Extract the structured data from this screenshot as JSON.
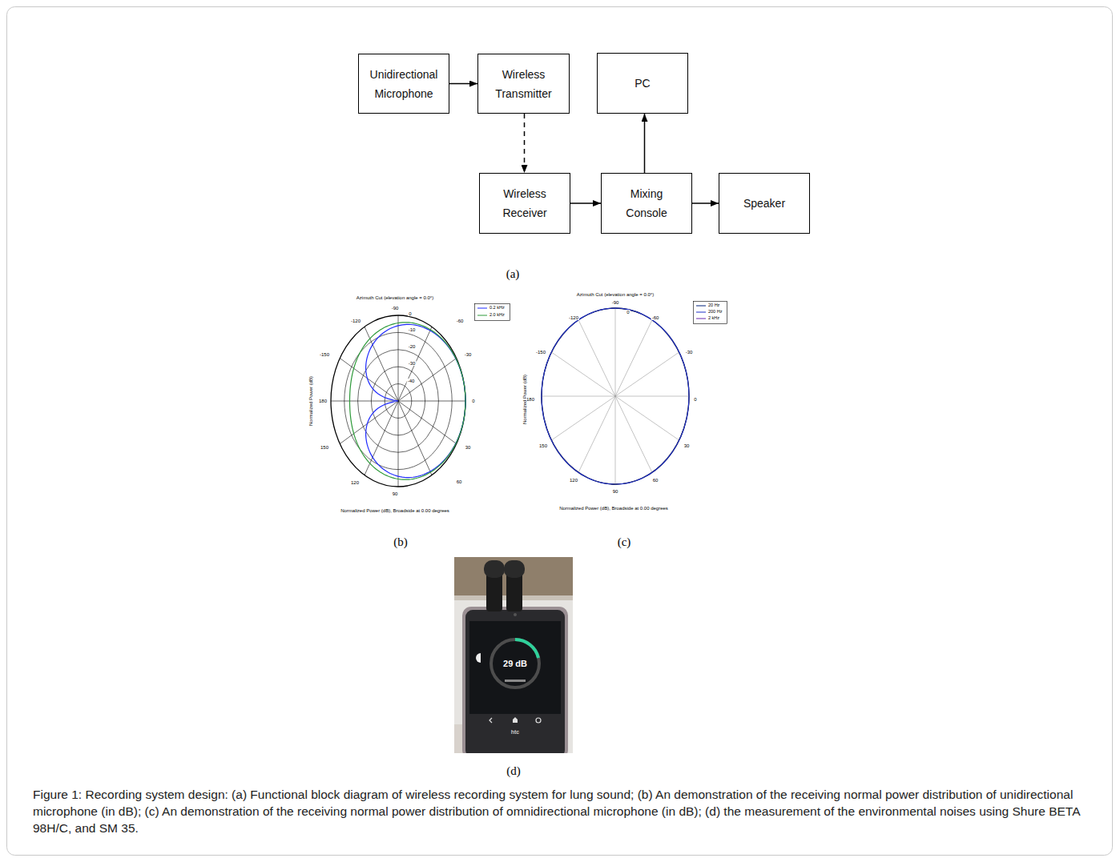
{
  "diagram": {
    "caption": "Figure 1: Recording system design: (a) Functional block diagram of wireless recording system for lung sound; (b) An demonstration of the receiving normal power distribution of unidirectional microphone (in dB); (c) An demonstration of the receiving normal power distribution of omnidirectional microphone (in dB); (d) the measurement of the environmental noises using Shure BETA 98H/C, and SM 35.",
    "nodes": [
      {
        "text": [
          "Unidirectional Microphone"
        ]
      },
      {
        "text": [
          "Wireless Transmitter"
        ]
      },
      {
        "text": [
          "PC"
        ]
      },
      {
        "text": [
          "Wireless Receiver"
        ]
      },
      {
        "text": [
          "Mixing Console"
        ]
      },
      {
        "text": [
          "Speaker"
        ]
      }
    ],
    "edges": [
      {
        "from": 0,
        "to": 1,
        "arrow": "to"
      },
      {
        "from": 1,
        "to": 3,
        "arrow": "to"
      },
      {
        "from": 3,
        "to": 4,
        "arrow": "to"
      },
      {
        "from": 4,
        "to": 2,
        "arrow": "to"
      },
      {
        "from": 4,
        "to": 5,
        "arrow": "to"
      }
    ],
    "labels": [
      "(a)",
      "Azimuth Cut (elevation angle = 0.0°)",
      "-90",
      "0",
      "-120",
      "-60",
      "-10",
      "-20",
      "-150",
      "-30",
      "-30",
      "-40",
      "180",
      "0",
      "150",
      "30",
      "120",
      "60",
      "90",
      "Normalized Power (dB)",
      "Normalized Power (dB), Broadside at 0.00 degrees",
      "(b)",
      "Azimuth Cut (elevation angle = 0.0°)",
      "-90",
      "0",
      "-120",
      "-60",
      "-150",
      "-30",
      "180",
      "0",
      "150",
      "30",
      "120",
      "60",
      "90",
      "Normalized Power (dB)",
      "Normalized Power (dB), Broadside at 0.00 degrees",
      "(c)",
      "29 dB",
      "htc",
      "(d)"
    ],
    "legend": [
      {
        "text": "0.2 kHz"
      },
      {
        "text": "2.0 kHz"
      },
      {
        "text": "20 Hz"
      },
      {
        "text": "200 Hz"
      },
      {
        "text": "2 kHz"
      }
    ]
  }
}
